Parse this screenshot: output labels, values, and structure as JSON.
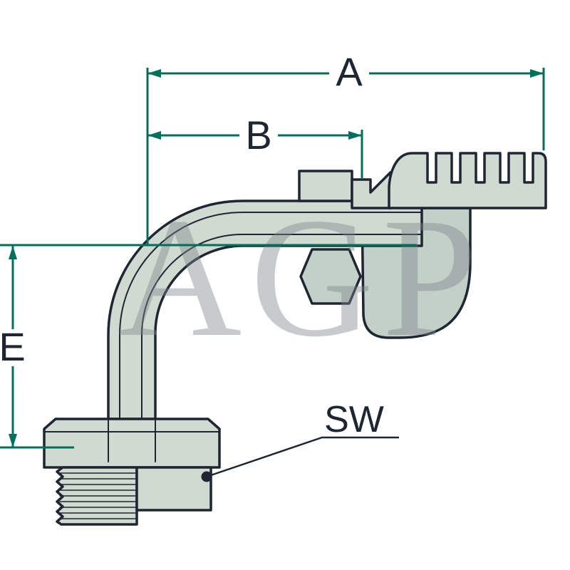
{
  "labels": {
    "a": "A",
    "b": "B",
    "e": "E",
    "sw": "SW"
  },
  "watermark": {
    "text": "AGP"
  },
  "colors": {
    "dimension": "#00705d",
    "outline": "#1e2633",
    "fill_light": "#cfdad1",
    "fill_mid": "#c3d0c7",
    "watermark": "#7d858c",
    "background": "#ffffff"
  }
}
